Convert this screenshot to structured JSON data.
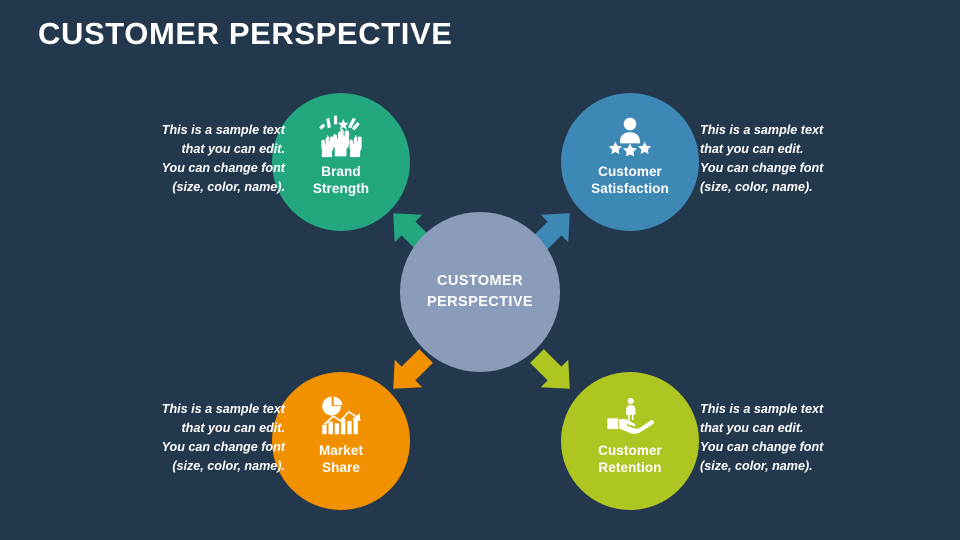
{
  "slide": {
    "background_color": "#23374d",
    "title": "CUSTOMER PERSPECTIVE"
  },
  "hub": {
    "label_line1": "CUSTOMER",
    "label_line2": "PERSPECTIVE",
    "color": "#8a9cba"
  },
  "nodes": [
    {
      "id": "brand-strength",
      "label_line1": "Brand",
      "label_line2": "Strength",
      "color": "#22a77f",
      "icon": "raised-fists-icon",
      "blurb_line1": "This is a sample text",
      "blurb_line2": "that you can edit.",
      "blurb_line3": "You can change font",
      "blurb_line4": "(size, color, name)."
    },
    {
      "id": "customer-satisfaction",
      "label_line1": "Customer",
      "label_line2": "Satisfaction",
      "color": "#3d88b5",
      "icon": "person-with-stars-icon",
      "blurb_line1": "This is a sample text",
      "blurb_line2": "that you can edit.",
      "blurb_line3": "You can change font",
      "blurb_line4": "(size, color, name)."
    },
    {
      "id": "market-share",
      "label_line1": "Market",
      "label_line2": "Share",
      "color": "#f29100",
      "icon": "pie-and-bar-chart-icon",
      "blurb_line1": "This is a sample text",
      "blurb_line2": "that you can edit.",
      "blurb_line3": "You can change font",
      "blurb_line4": "(size, color, name)."
    },
    {
      "id": "customer-retention",
      "label_line1": "Customer",
      "label_line2": "Retention",
      "color": "#aec522",
      "icon": "hand-holding-person-icon",
      "blurb_line1": "This is a sample text",
      "blurb_line2": "that you can edit.",
      "blurb_line3": "You can change font",
      "blurb_line4": "(size, color, name)."
    }
  ],
  "arrows": [
    {
      "id": "to-brand-strength",
      "direction": "up-left",
      "color": "#22a77f"
    },
    {
      "id": "to-customer-satisfaction",
      "direction": "up-right",
      "color": "#3d88b5"
    },
    {
      "id": "to-market-share",
      "direction": "down-left",
      "color": "#f29100"
    },
    {
      "id": "to-customer-retention",
      "direction": "down-right",
      "color": "#aec522"
    }
  ]
}
